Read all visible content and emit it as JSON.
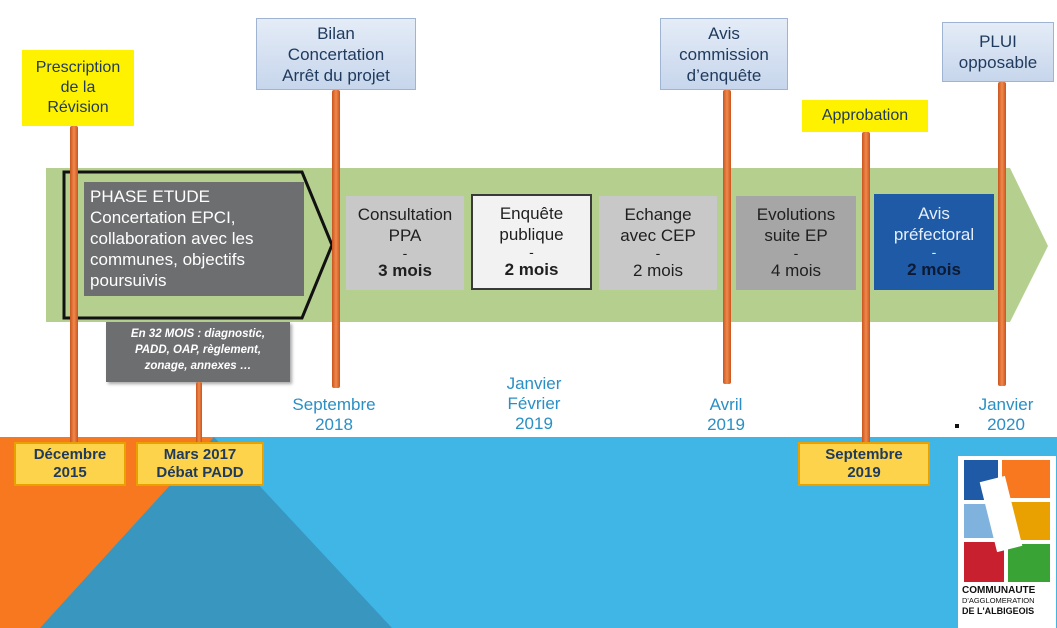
{
  "milestones": {
    "prescription": "Prescription\nde la\nRévision",
    "bilan": "Bilan\nConcertation\nArrêt du projet",
    "avis_commission": "Avis\ncommission\nd’enquête",
    "approbation": "Approbation",
    "plui": "PLUI\nopposable"
  },
  "etude": {
    "text": "PHASE ETUDE\nConcertation EPCI, collaboration avec les communes, objectifs poursuivis",
    "note": "En 32 MOIS : diagnostic, PADD, OAP, règlement, zonage, annexes …"
  },
  "phases": [
    {
      "label": "Consultation\nPPA",
      "dash": "-",
      "duration": "3 mois",
      "bold": true
    },
    {
      "label": "Enquête\npublique",
      "dash": "-",
      "duration": "2 mois",
      "bold": true
    },
    {
      "label": "Echange\navec CEP",
      "dash": "-",
      "duration": "2 mois",
      "bold": false
    },
    {
      "label": "Evolutions\nsuite EP",
      "dash": "-",
      "duration": "4 mois",
      "bold": false
    },
    {
      "label": "Avis\npréfectoral",
      "dash": "-",
      "duration": "2 mois",
      "bold": true
    }
  ],
  "dates": {
    "sept_2018": "Septembre\n2018",
    "janv_fev_2019": "Janvier\nFévrier\n2019",
    "avril_2019": "Avril\n2019",
    "janv_2020": "Janvier\n2020"
  },
  "date_boxes": {
    "dec_2015": "Décembre\n2015",
    "mars_2017": "Mars 2017\nDébat PADD",
    "sept_2019": "Septembre\n2019"
  },
  "logo": {
    "line1": "COMMUNAUTE",
    "line2": "D'AGGLOMERATION",
    "line3": "DE L'ALBIGEOIS"
  },
  "colors": {
    "arrow_band": "#b5cf8f",
    "sky": "#3fb6e6",
    "orange": "#f7781e",
    "teal_triangle": "#3890b6",
    "phase_grey_dark": "#6d6e70",
    "phase_grey_mid": "#a6a6a6",
    "phase_grey_light": "#c8c8c8",
    "phase_white": "#f2f2f2",
    "phase_blue": "#1f5aa6",
    "yellow": "#fff200",
    "date_box": "#fcd34a"
  }
}
